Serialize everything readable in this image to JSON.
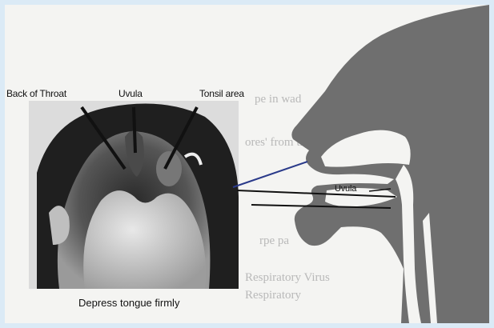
{
  "labels": {
    "back_of_throat": "Back of Throat",
    "uvula_top": "Uvula",
    "tonsil_area": "Tonsil area",
    "uvula_profile": "Uvula",
    "caption": "Depress tongue firmly"
  },
  "background_text": [
    "pe in wad",
    "ores' from the to",
    "rpe pa",
    "Respiratory Virus",
    "Respiratory"
  ],
  "colors": {
    "silhouette": "#6f6f6f",
    "swab_line": "#2a3a8a",
    "frame": "#dbeaf6"
  }
}
